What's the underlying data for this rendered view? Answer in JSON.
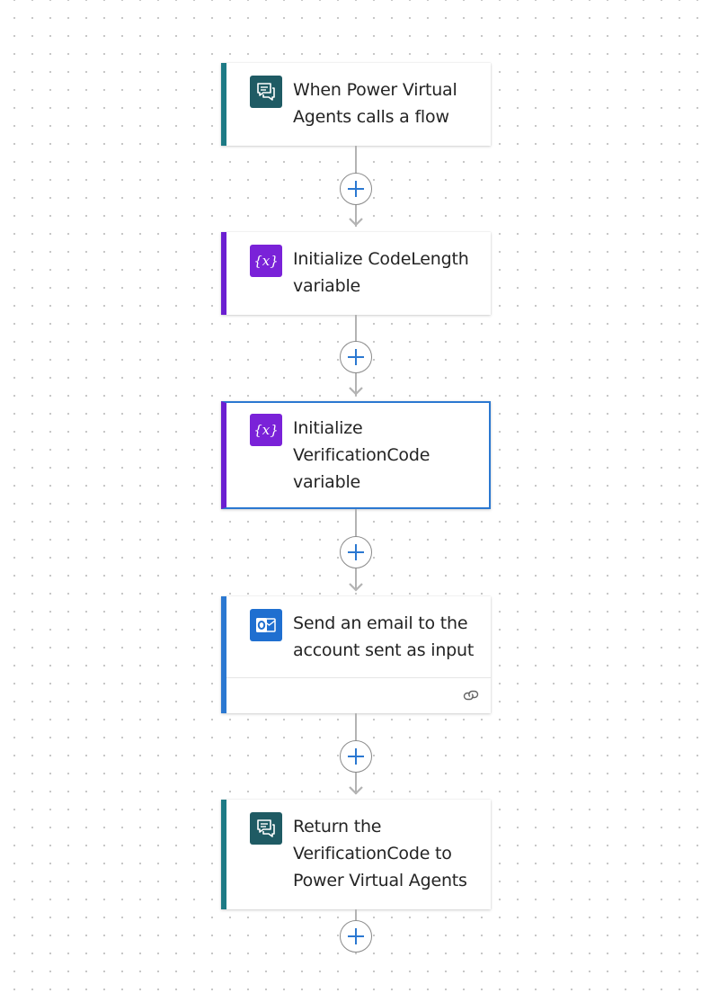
{
  "colors": {
    "trigger_accent": "#1d7a85",
    "variable_accent": "#6b1fd1",
    "outlook_accent": "#2b78d1",
    "selected_border": "#2b78d1",
    "trigger_icon_bg": "#1f5b64",
    "variable_icon_bg": "#7a22d8",
    "outlook_icon_bg": "#1f6fd0",
    "add_plus": "#2b78d1",
    "connector": "#b3b3b3"
  },
  "steps": [
    {
      "title": "When Power Virtual Agents calls a flow",
      "icon": "chat-message-icon",
      "kind": "trigger",
      "selected": false
    },
    {
      "title": "Initialize CodeLength variable",
      "icon": "variable-icon",
      "kind": "variable",
      "selected": false
    },
    {
      "title": "Initialize VerificationCode variable",
      "icon": "variable-icon",
      "kind": "variable",
      "selected": true
    },
    {
      "title": "Send an email to the account sent as input",
      "icon": "outlook-icon",
      "kind": "outlook",
      "selected": false,
      "footer_icon": "link-icon"
    },
    {
      "title": "Return the VerificationCode to Power Virtual Agents",
      "icon": "chat-message-icon",
      "kind": "trigger",
      "selected": false
    }
  ],
  "add_step_icon": "plus-icon"
}
